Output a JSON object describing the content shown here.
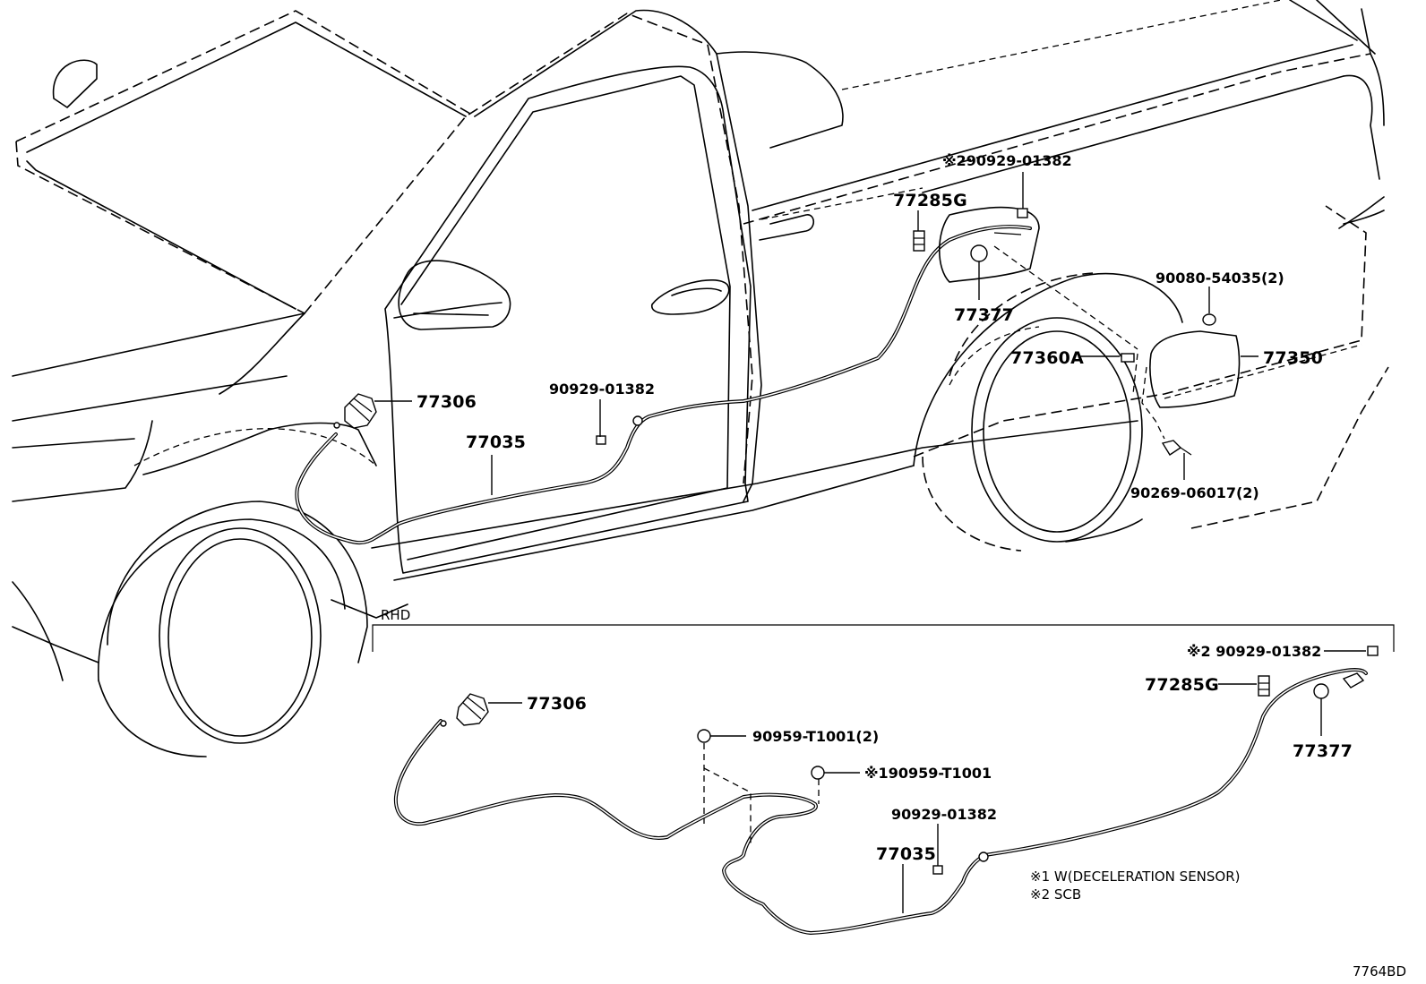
{
  "diagram_code": "7764BD",
  "variant_label": "RHD",
  "labels": {
    "main": {
      "p77306": "77306",
      "p77035": "77035",
      "p90929_clip": "90929-01382",
      "p90929_scb": "※290929-01382",
      "p77285g": "77285G",
      "p77377": "77377",
      "p90080": "90080-54035(2)",
      "p77360a": "77360A",
      "p77350": "77350",
      "p90269": "90269-06017(2)"
    },
    "rhd": {
      "p77306": "77306",
      "p90959": "90959-T1001(2)",
      "p90959_w": "※190959-T1001",
      "p90929_clip": "90929-01382",
      "p77035": "77035",
      "p90929_scb": "※2 90929-01382",
      "p77285g": "77285G",
      "p77377": "77377"
    }
  },
  "notes": [
    "※1 W(DECELERATION SENSOR)",
    "※2 SCB"
  ]
}
